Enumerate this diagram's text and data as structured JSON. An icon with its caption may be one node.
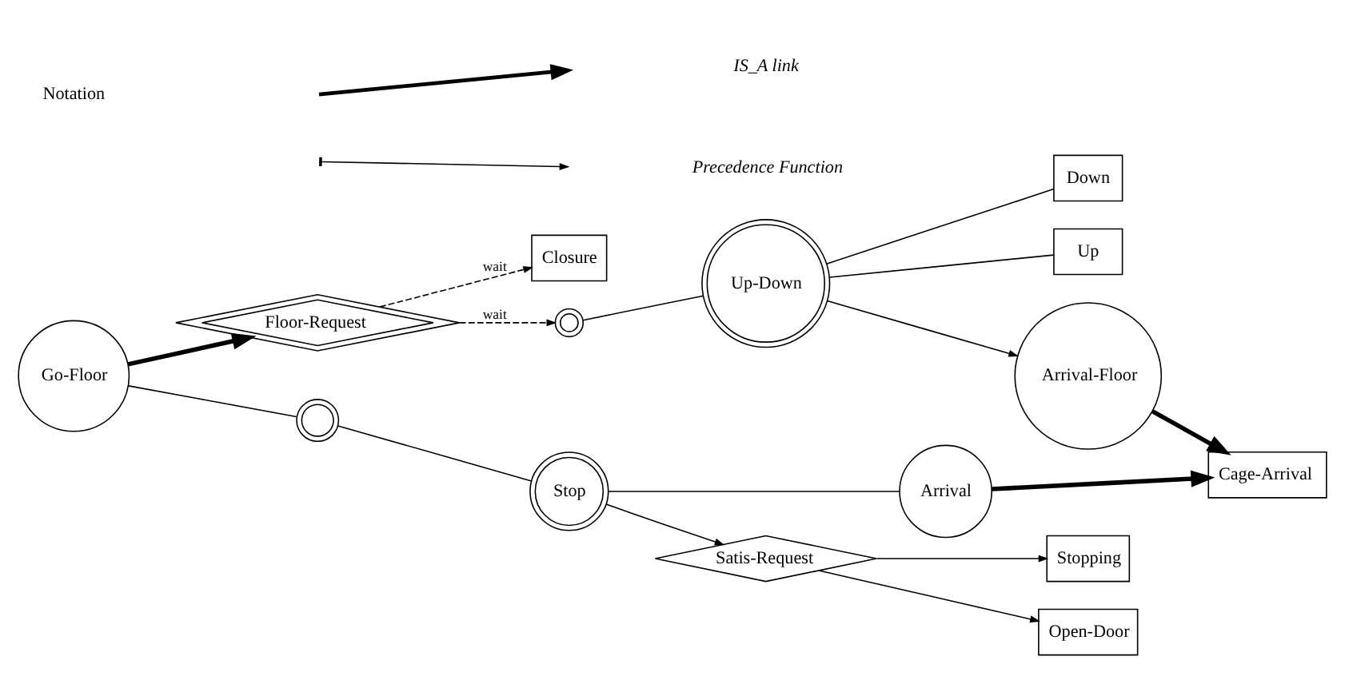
{
  "diagram": {
    "nodes": [
      {
        "text": [
          "Floor-Request"
        ]
      },
      {
        "text": [
          "Closure"
        ]
      },
      {
        "text": [],
        "shape": "circle"
      },
      {
        "text": [
          "Up-Down"
        ]
      },
      {
        "text": [
          "Down"
        ]
      },
      {
        "text": [
          "Up"
        ]
      },
      {
        "text": [
          "Arrival-Floor"
        ]
      },
      {
        "text": [
          "Cage-Arrival"
        ]
      },
      {
        "text": [
          "Go-Floor"
        ]
      },
      {
        "text": [
          "Arrival"
        ]
      },
      {
        "text": [],
        "shape": "circle"
      },
      {
        "text": [
          "Stop"
        ]
      },
      {
        "text": [
          "Satis-Request"
        ]
      },
      {
        "text": [
          "Stopping"
        ]
      },
      {
        "text": [
          "Open-Door"
        ]
      }
    ],
    "edges": [
      {
        "from": 0,
        "to": 1,
        "arrow": "to",
        "label": "wait",
        "style": "dashed"
      },
      {
        "from": 0,
        "to": 2,
        "arrow": "to",
        "label": "wait",
        "style": "dashed"
      },
      {
        "from": 2,
        "to": 3,
        "arrow": "none"
      },
      {
        "from": 3,
        "to": 4,
        "arrow": "none"
      },
      {
        "from": 3,
        "to": 5,
        "arrow": "none"
      },
      {
        "from": 3,
        "to": 6,
        "arrow": "to"
      },
      {
        "from": 6,
        "to": 7,
        "arrow": "to",
        "style": "thick"
      },
      {
        "from": 9,
        "to": 7,
        "arrow": "to",
        "style": "thick"
      },
      {
        "from": 8,
        "to": 0,
        "arrow": "to",
        "style": "thick"
      },
      {
        "from": 8,
        "to": 10,
        "arrow": "none"
      },
      {
        "from": 10,
        "to": 11,
        "arrow": "none"
      },
      {
        "from": 11,
        "to": 9,
        "arrow": "none"
      },
      {
        "from": 11,
        "to": 12,
        "arrow": "to"
      },
      {
        "from": 12,
        "to": 13,
        "arrow": "to"
      },
      {
        "from": 12,
        "to": 14,
        "arrow": "to"
      }
    ],
    "labels": [
      "Notation"
    ],
    "legend": [
      {
        "text": "IS_A link"
      },
      {
        "text": "Precedence Function"
      }
    ]
  }
}
